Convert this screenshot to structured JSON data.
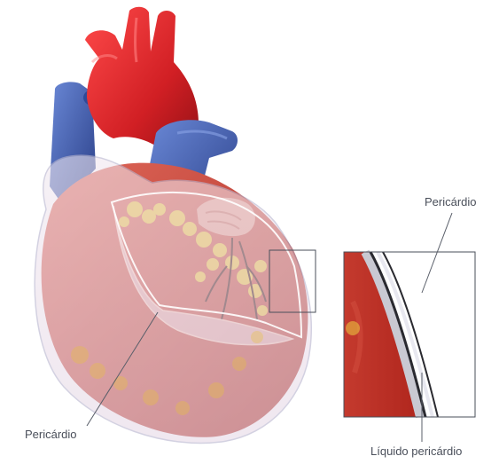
{
  "labels": {
    "pericardio_inset": "Pericárdio",
    "pericardio_main": "Pericárdio",
    "liquido_pericardio": "Líquido pericárdio"
  },
  "colors": {
    "aorta": "#d11f24",
    "vena": "#3c5aa8",
    "muscle": "#c8453a",
    "fat": "#e9c23f",
    "pericardium": "#e8e6f2",
    "leader_line": "#5a5f6a"
  }
}
